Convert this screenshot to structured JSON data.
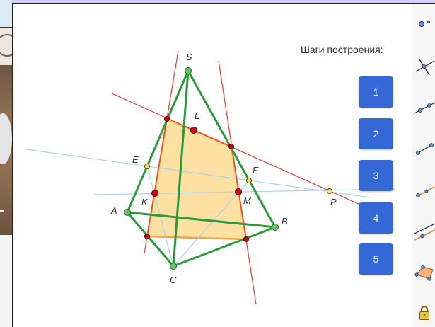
{
  "applet": {
    "steps_heading": "Шаги построения:",
    "step_buttons": [
      {
        "label": "1"
      },
      {
        "label": "2"
      },
      {
        "label": "3"
      },
      {
        "label": "4"
      },
      {
        "label": "5"
      }
    ]
  },
  "figure": {
    "labels": {
      "S": "S",
      "A": "A",
      "B": "B",
      "C": "C",
      "L": "L",
      "E": "E",
      "F": "F",
      "K": "K",
      "M": "M",
      "P": "P"
    }
  },
  "toolbar": {
    "tools": [
      {
        "icon": "point-tool-icon"
      },
      {
        "icon": "perpendicular-line-tool-icon"
      },
      {
        "icon": "line-tool-icon"
      },
      {
        "icon": "segment-tool-icon"
      },
      {
        "icon": "ray-tool-icon"
      },
      {
        "icon": "parallel-line-tool-icon"
      },
      {
        "icon": "polygon-tool-icon"
      },
      {
        "icon": "lock-icon"
      }
    ]
  },
  "colors": {
    "edge_green": "#2b9a3a",
    "section_fill": "#fddb92",
    "section_stroke": "#f6a23d",
    "red_line": "#e53935",
    "blue_line": "#aad0ee",
    "point_red": "#d0021b",
    "point_yellow": "#f3e868",
    "point_green": "#67c46a",
    "button_blue": "#3468d6"
  }
}
